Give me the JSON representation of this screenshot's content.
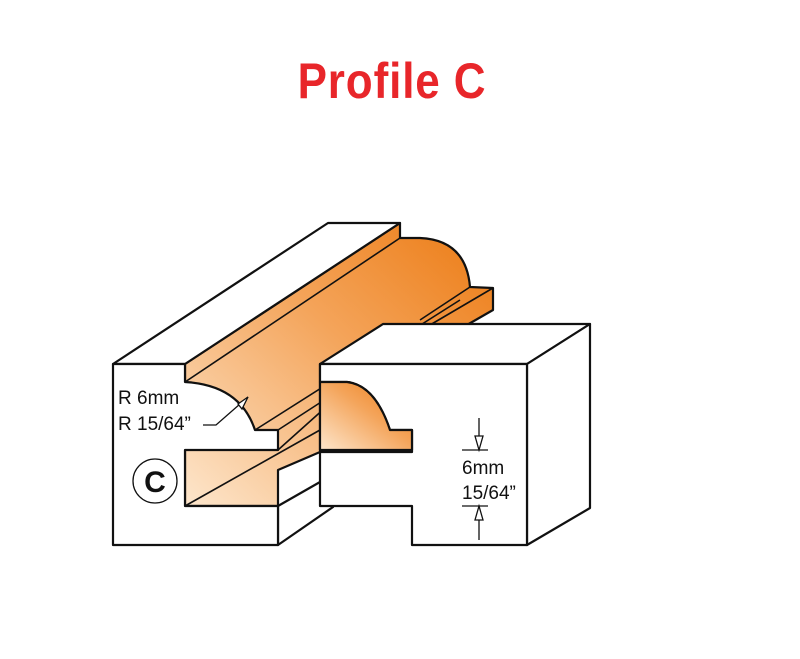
{
  "title": "Profile C",
  "colors": {
    "title": "#e8262a",
    "orange_dark": "#ec7a12",
    "orange_light": "#fbe0c4",
    "outline": "#111111"
  },
  "profile_badge": "C",
  "radius_label": {
    "metric": "R 6mm",
    "imperial": "R 15/64”"
  },
  "height_label": {
    "metric": "6mm",
    "imperial": "15/64”"
  }
}
